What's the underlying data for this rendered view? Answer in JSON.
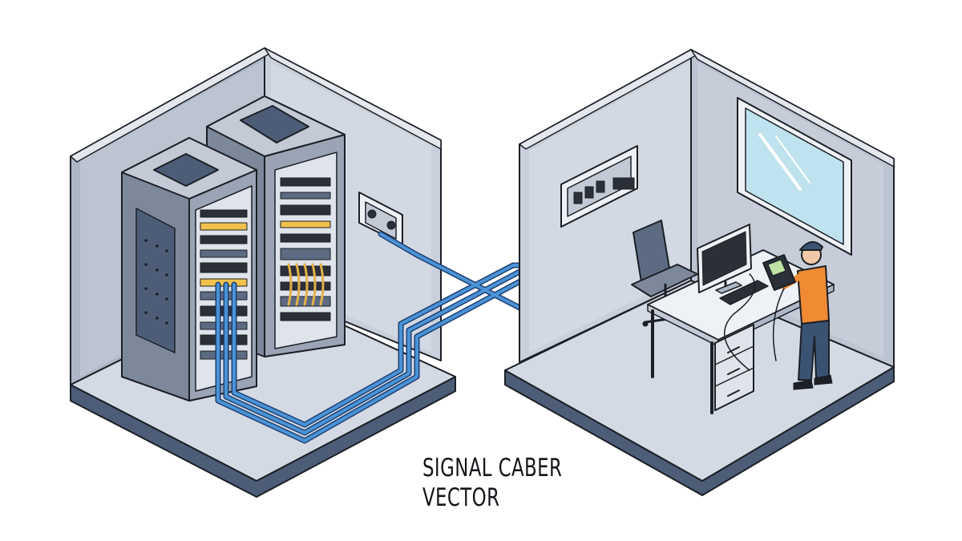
{
  "caption": {
    "line1": "SIGNAL CABER",
    "line2": "VECTOR"
  },
  "colors": {
    "outline": "#1c1f26",
    "wall_light": "#c9d0dc",
    "wall_mid": "#aeb7c6",
    "wall_dark": "#5c6b82",
    "floor": "#d4dae4",
    "rack_front": "#9aa4b4",
    "rack_side": "#7d889b",
    "rack_top": "#4d5d78",
    "cable_blue": "#4a93d6",
    "cable_dark": "#1f3f73",
    "shirt_orange": "#f08a33",
    "pants_blue": "#3b5373",
    "monitor": "#2b3038",
    "window_glass": "#bfe3ee",
    "desk": "#eef1f5"
  },
  "icons": {
    "server_rack": "server-rack-icon",
    "wall_plate": "network-wall-plate-icon",
    "office_chair": "office-chair-icon",
    "computer_monitor": "computer-monitor-icon",
    "keyboard": "keyboard-icon",
    "technician": "technician-figure",
    "cable_tester": "cable-tester-icon",
    "window": "window-icon"
  }
}
